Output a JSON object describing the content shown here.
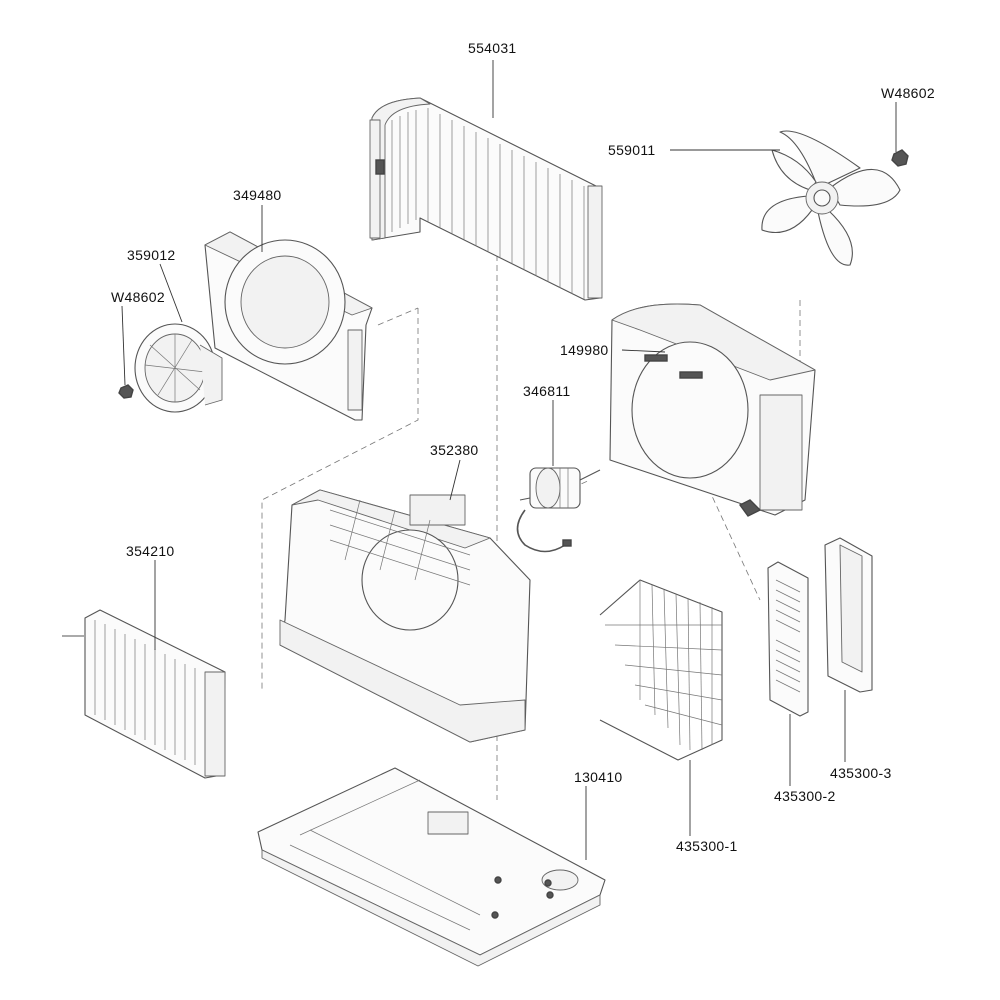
{
  "parts": [
    {
      "id": "p554031",
      "label": "554031"
    },
    {
      "id": "pW48602a",
      "label": "W48602"
    },
    {
      "id": "p559011",
      "label": "559011"
    },
    {
      "id": "p349480",
      "label": "349480"
    },
    {
      "id": "p359012",
      "label": "359012"
    },
    {
      "id": "pW48602b",
      "label": "W48602"
    },
    {
      "id": "p149980",
      "label": "149980"
    },
    {
      "id": "p346811",
      "label": "346811"
    },
    {
      "id": "p352380",
      "label": "352380"
    },
    {
      "id": "p354210",
      "label": "354210"
    },
    {
      "id": "p130410",
      "label": "130410"
    },
    {
      "id": "p435300_3",
      "label": "435300-3"
    },
    {
      "id": "p435300_2",
      "label": "435300-2"
    },
    {
      "id": "p435300_1",
      "label": "435300-1"
    }
  ]
}
